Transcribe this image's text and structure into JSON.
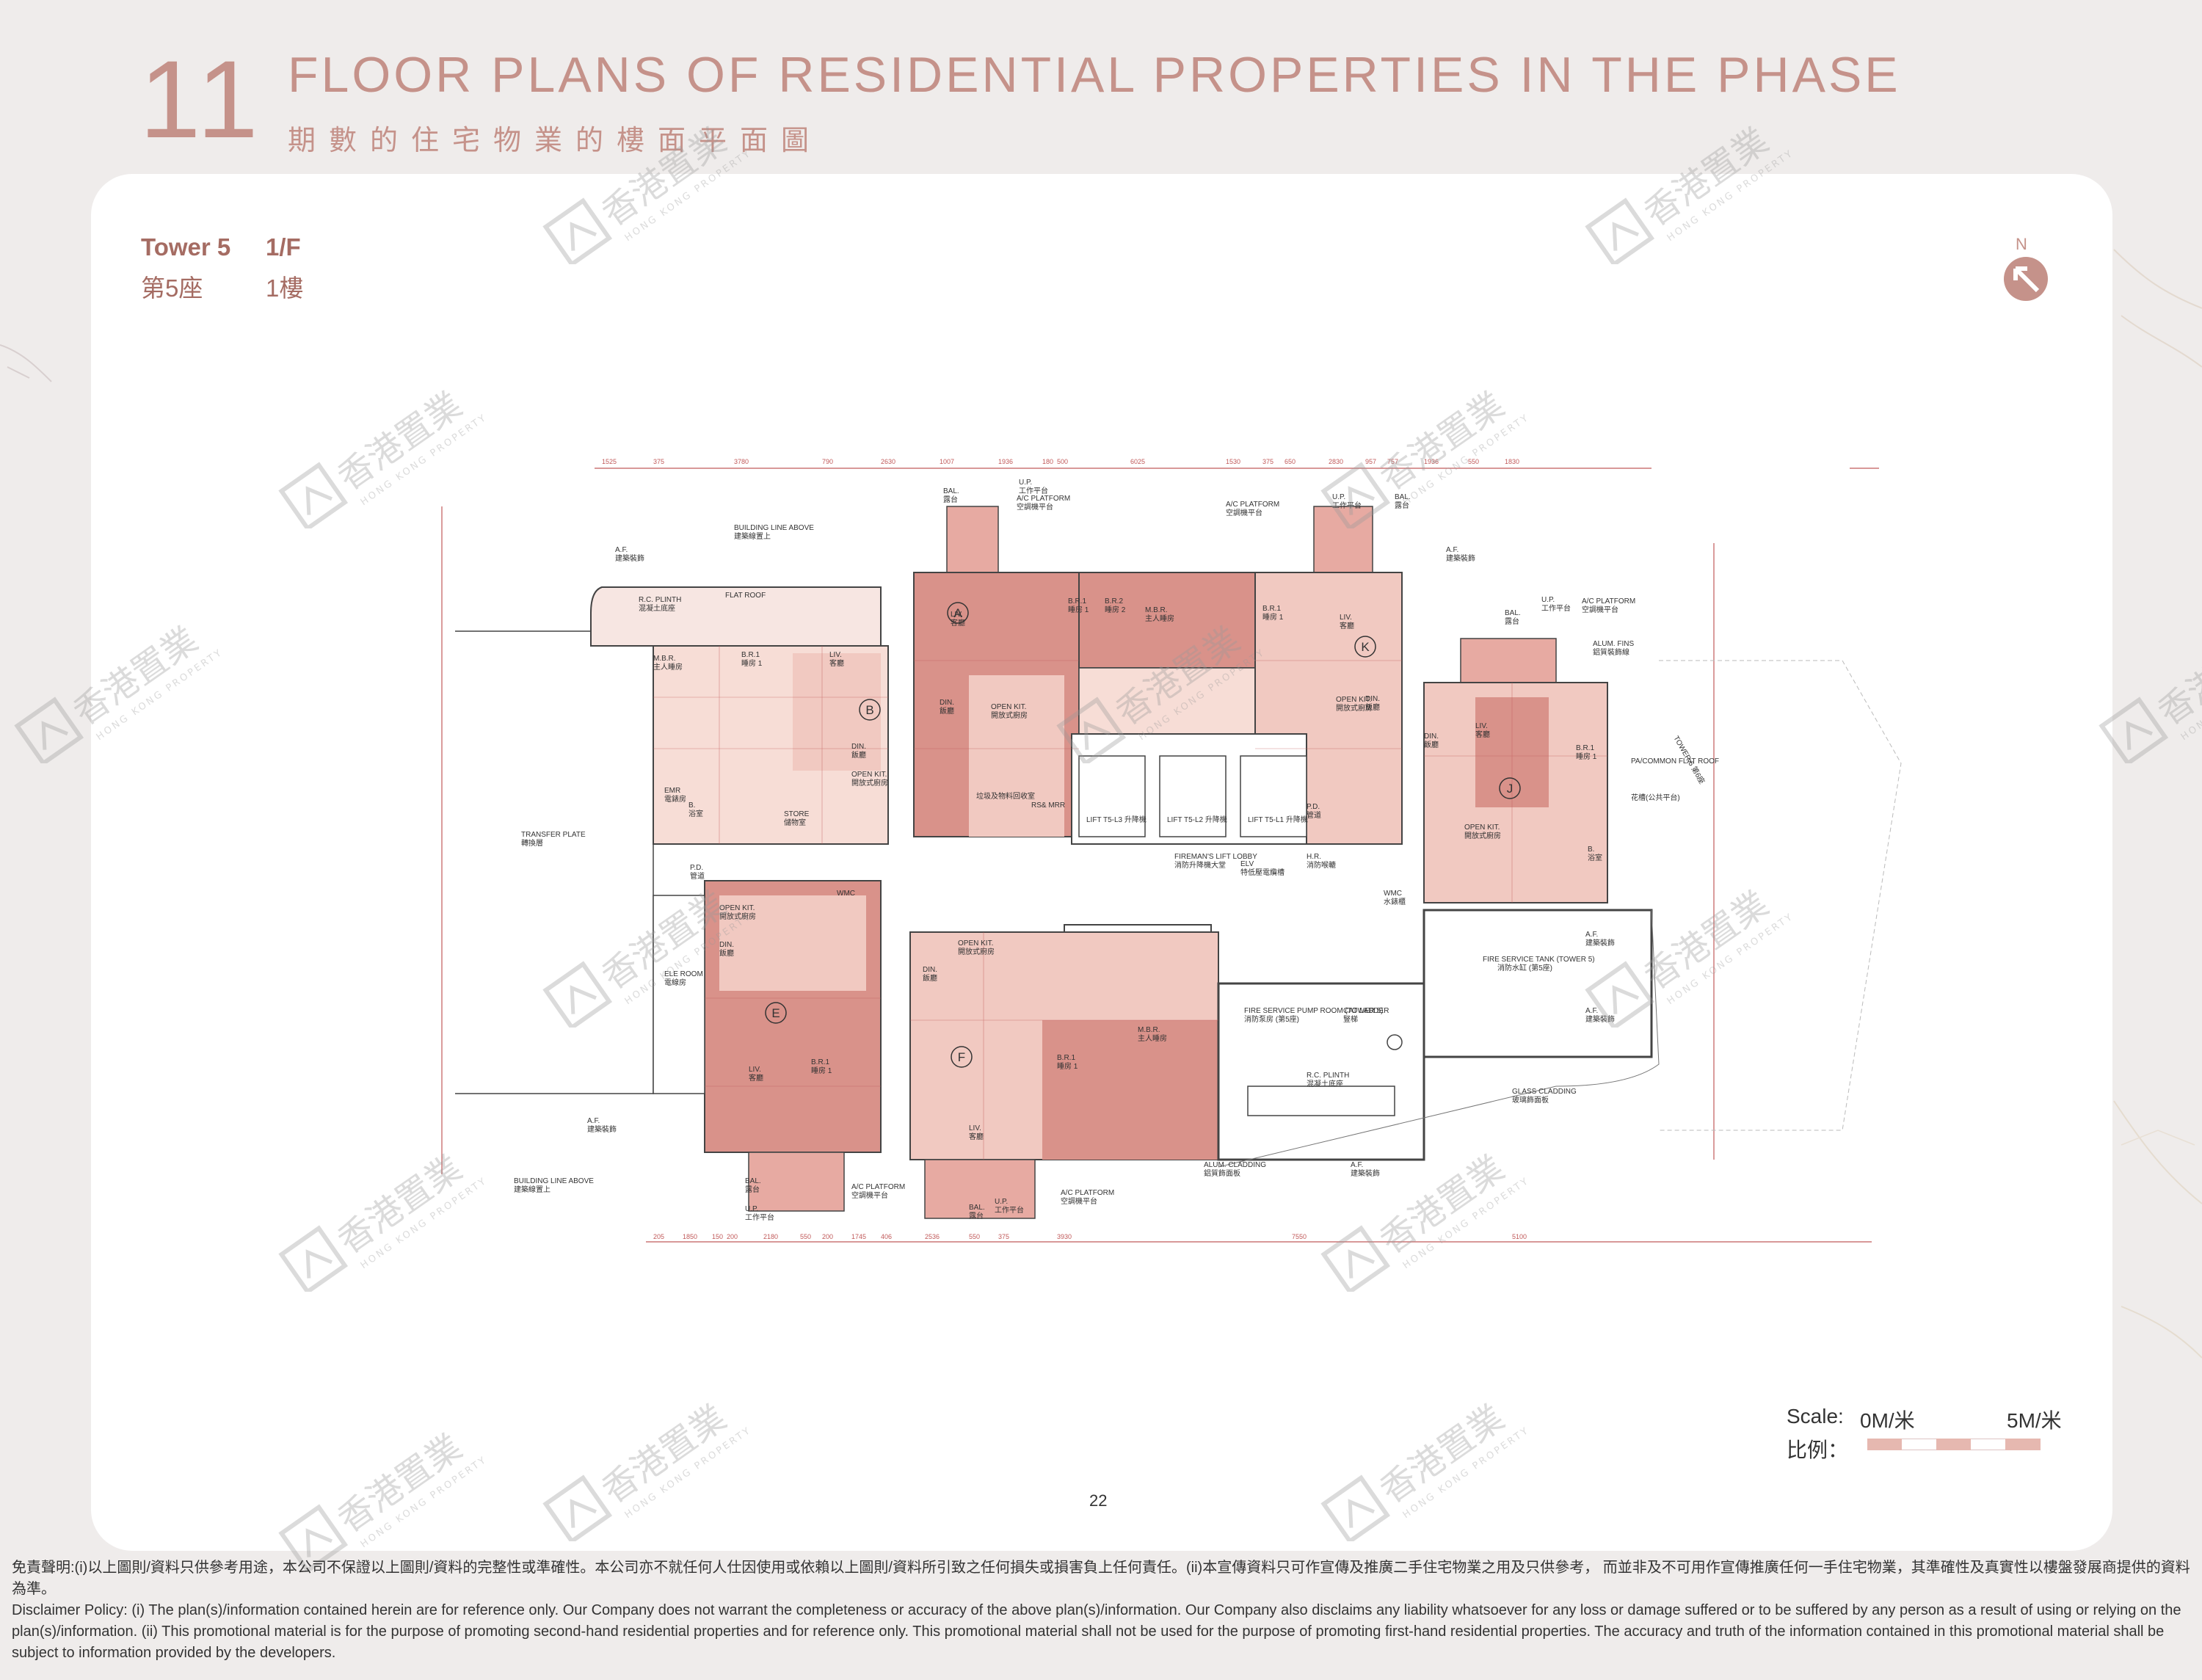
{
  "header": {
    "section_number": "11",
    "title": "FLOOR PLANS OF RESIDENTIAL PROPERTIES IN THE PHASE",
    "subtitle": "期數的住宅物業的樓面平面圖"
  },
  "plan_heading": {
    "tower": "Tower 5",
    "floor": "1/F",
    "tower_cn": "第5座",
    "floor_cn": "1樓"
  },
  "compass": {
    "north_label": "N"
  },
  "watermark": {
    "brand_cn": "香港置業",
    "brand_en": "HONG KONG PROPERTY"
  },
  "colors": {
    "accent": "#c5928a",
    "unit_fill": "#f1c9c1",
    "unit_dark": "#d9928a"
  },
  "floor_plan": {
    "units": [
      "A",
      "B",
      "E",
      "F",
      "J",
      "K"
    ],
    "labels": {
      "building_line": "BUILDING LINE ABOVE",
      "building_line_cn": "建築線置上",
      "af": "A.F.",
      "af_cn": "建築裝飾",
      "rc_plinth": "R.C. PLINTH",
      "rc_plinth_cn": "混凝土底座",
      "flat_roof": "FLAT ROOF",
      "transfer_plate": "TRANSFER PLATE",
      "transfer_plate_cn": "轉換層",
      "emr": "EMR",
      "emr_cn": "電錶房",
      "ele_room": "ELE ROOM",
      "ele_room_cn": "電線房",
      "store": "STORE",
      "store_cn": "儲物室",
      "lift_l3": "LIFT T5-L3 升降機",
      "lift_l2": "LIFT T5-L2 升降機",
      "lift_l1": "LIFT T5-L1 升降機",
      "firemans_lobby": "FIREMAN'S LIFT LOBBY",
      "firemans_lobby_cn": "消防升降機大堂",
      "elv": "ELV",
      "elv_cn": "特低壓電纜槽",
      "hr": "H.R.",
      "hr_cn": "消防喉轆",
      "wmc": "WMC",
      "wmc_cn": "水錶櫃",
      "fire_tank": "FIRE SERVICE TANK (TOWER 5)",
      "fire_tank_cn": "消防水缸 (第5座)",
      "cat_ladder": "CAT LADDER",
      "cat_ladder_cn": "豎梯",
      "pump_room": "FIRE SERVICE PUMP ROOM (TOWER 5)",
      "pump_room_cn": "消防泵房 (第5座)",
      "glass_cladding": "GLASS CLADDING",
      "glass_cladding_cn": "玻璃飾面板",
      "alum_cladding": "ALUM. CLADDING",
      "alum_cladding_cn": "鋁質飾面板",
      "ac_platform": "A/C PLATFORM",
      "ac_platform_cn": "空調機平台",
      "bal": "BAL.",
      "bal_cn": "露台",
      "up": "U.P.",
      "up_cn": "工作平台",
      "alum_fins": "ALUM. FINS",
      "alum_fins_cn": "鋁質裝飾線",
      "pa_flat_roof": "PA/COMMON FLAT ROOF",
      "pa_flat_roof_cn": "花槽(公共平台)",
      "tower6": "TOWER 6 第6座",
      "mbr": "M.B.R.",
      "mbr_cn": "主人睡房",
      "br1": "B.R.1",
      "br1_cn": "睡房 1",
      "br2": "B.R.2",
      "br2_cn": "睡房 2",
      "liv": "LIV.",
      "liv_cn": "客廳",
      "din": "DIN.",
      "din_cn": "飯廳",
      "open_kit": "OPEN KIT.",
      "open_kit_cn": "開放式廚房",
      "bath": "B.",
      "bath_cn": "浴室",
      "pd": "P.D.",
      "pd_cn": "管道",
      "rs_mrr": "RS& MRR",
      "rs_mrr_cn": "垃圾及物料回收室"
    },
    "top_dims": [
      "1525",
      "375",
      "3780",
      "790",
      "2630",
      "1007",
      "1936",
      "180",
      "500",
      "6025",
      "1530",
      "375",
      "650",
      "2830",
      "957",
      "757",
      "1936",
      "550",
      "1830"
    ],
    "bottom_dims": [
      "205",
      "1850",
      "150",
      "200",
      "2180",
      "550",
      "200",
      "1745",
      "406",
      "2536",
      "550",
      "375",
      "3930",
      "7550",
      "5100"
    ]
  },
  "scale": {
    "label": "Scale:",
    "label_cn": "比例：",
    "start": "0M/米",
    "end": "5M/米"
  },
  "page_number": "22",
  "disclaimer": {
    "chinese": "免責聲明:(i)以上圖則/資料只供參考用途，本公司不保證以上圖則/資料的完整性或準確性。本公司亦不就任何人仕因使用或依賴以上圖則/資料所引致之任何損失或損害負上任何責任。(ii)本宣傳資料只可作宣傳及推廣二手住宅物業之用及只供參考， 而並非及不可用作宣傳推廣任何一手住宅物業，其準確性及真實性以樓盤發展商提供的資料為準。",
    "english": "Disclaimer Policy: (i) The plan(s)/information contained herein are for reference only. Our Company does not warrant the completeness or accuracy of the above plan(s)/information. Our Company also disclaims any liability whatsoever for any loss or damage suffered or to be suffered by any person as a result of using or relying on the plan(s)/information. (ii) This promotional material is for the purpose of promoting second-hand residential properties and for reference only. This promotional material shall not be used for the purpose of promoting first-hand residential properties. The accuracy and truth of the information contained in this promotional material shall be subject to information provided by the developers."
  }
}
